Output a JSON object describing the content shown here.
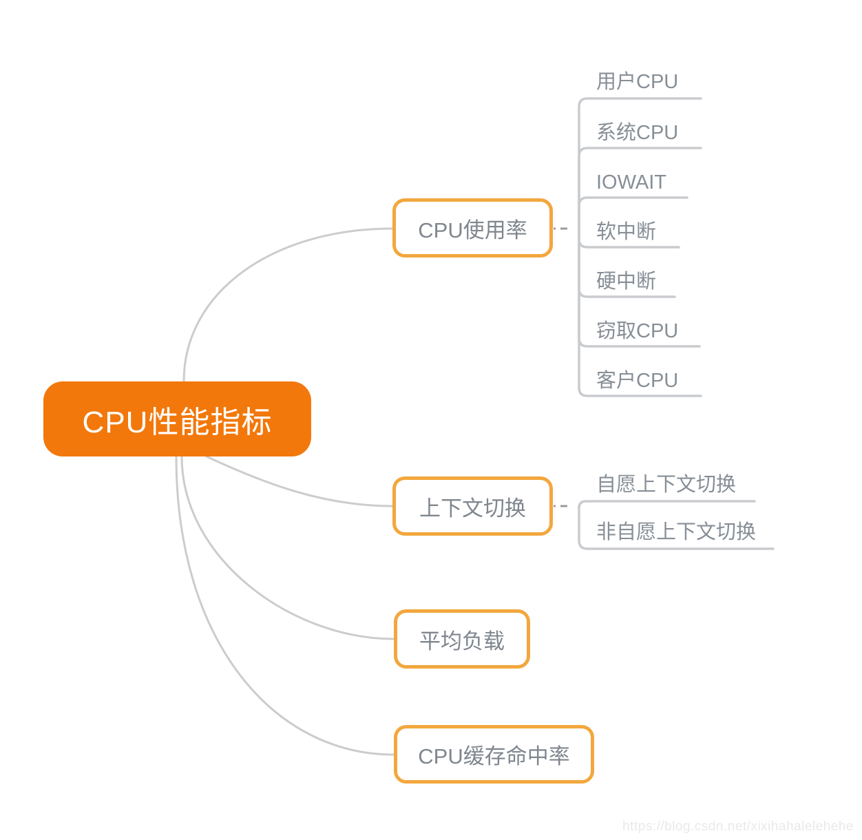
{
  "root": {
    "label": "CPU性能指标"
  },
  "branches": [
    {
      "label": "CPU使用率",
      "children": [
        "用户CPU",
        "系统CPU",
        "IOWAIT",
        "软中断",
        "硬中断",
        "窃取CPU",
        "客户CPU"
      ]
    },
    {
      "label": "上下文切换",
      "children": [
        "自愿上下文切换",
        "非自愿上下文切换"
      ]
    },
    {
      "label": "平均负载",
      "children": []
    },
    {
      "label": "CPU缓存命中率",
      "children": []
    }
  ],
  "watermark": {
    "url": "https://blog.csdn.net/xixihahalelehehe"
  },
  "colors": {
    "root_fill": "#F2780B",
    "branch_border": "#F2A73E",
    "topic_text": "#7F868E",
    "subtopic_text": "#878E96",
    "connector_line": "#CCCCCC",
    "subtopic_line": "#C9CBCE",
    "dash_line": "#9B9B9B",
    "watermark_text": "#E9E9E9"
  }
}
